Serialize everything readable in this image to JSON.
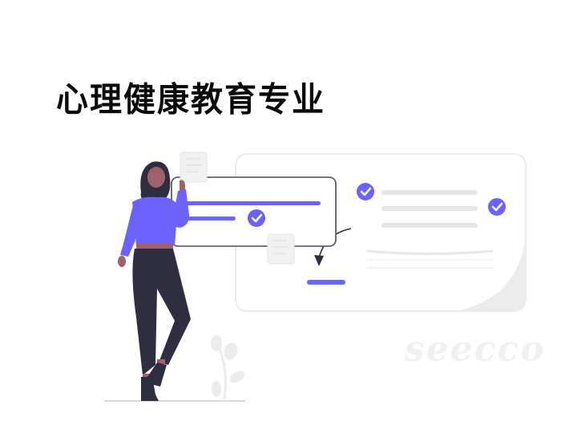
{
  "banner": {
    "title": "心理健康教育专业",
    "watermark": "seecco"
  },
  "illustration": {
    "accent_color": "#6c63ff",
    "skin_color": "#a0616a",
    "dark_color": "#2f2e41",
    "light_gray": "#e6e6e6",
    "elements": [
      "woman-figure",
      "foreground-card",
      "background-card",
      "check-icon",
      "check-icon",
      "check-icon",
      "curved-arrow",
      "paper-note",
      "paper-note",
      "plant",
      "floor-line"
    ]
  }
}
